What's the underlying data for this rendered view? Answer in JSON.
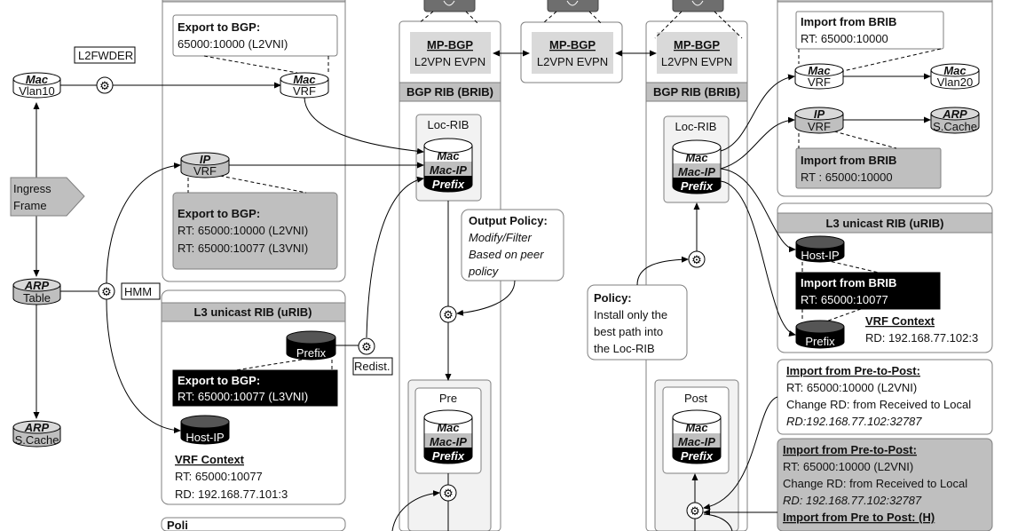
{
  "colors": {
    "panel_header": "#c0c0c0",
    "gray_box": "#bfbfbf",
    "mpbgp_box": "#d9d9d9",
    "rib_bg": "#f2f2f2",
    "dark": "#000000",
    "router": "#6e6e6e"
  },
  "icons": {
    "gear": "gear-icon",
    "router": "router-icon",
    "cylinder": "database-icon"
  },
  "left": {
    "export_l2": {
      "title": "Export to BGP:",
      "line": "65000:10000 (L2VNI)"
    },
    "l2fwder": "L2FWDER",
    "mac_vlan10": {
      "top": "Mac",
      "bottom": "Vlan10"
    },
    "mac_vrf": {
      "top": "Mac",
      "bottom": "VRF"
    },
    "ip_vrf": {
      "top": "IP",
      "bottom": "VRF"
    },
    "export_ip": {
      "title": "Export to BGP:",
      "lines": [
        "RT: 65000:10000 (L2VNI)",
        "RT: 65000:10077 (L3VNI)"
      ]
    },
    "ingress": [
      "Ingress",
      "Frame"
    ],
    "arp_table": {
      "top": "ARP",
      "bottom": "Table"
    },
    "hmm": "HMM",
    "arp_scache": {
      "top": "ARP",
      "bottom": "S.Cache"
    },
    "urib": {
      "header": "L3 unicast RIB (uRIB)",
      "prefix": "Prefix",
      "export": {
        "title": "Export to BGP:",
        "line": "RT: 65000:10077 (L3VNI)"
      },
      "host_ip": "Host-IP",
      "vrf_context": {
        "title": "VRF Context",
        "rt": "RT: 65000:10077",
        "rd": "RD: 192.168.77.101:3"
      }
    },
    "policy_partial": "Poli",
    "redist": "Redist."
  },
  "layers": [
    "Mac",
    "Mac-IP",
    "Prefix"
  ],
  "brib_local": {
    "mpbgp": "MP-BGP",
    "afi": "L2VPN EVPN",
    "header": "BGP RIB (BRIB)",
    "loc_rib": "Loc-RIB",
    "output_policy": {
      "title": "Output Policy:",
      "lines": [
        "Modify/Filter",
        "Based on peer",
        "policy"
      ]
    },
    "pre": "Pre"
  },
  "peer": {
    "mpbgp": "MP-BGP",
    "afi": "L2VPN EVPN"
  },
  "brib_remote": {
    "mpbgp": "MP-BGP",
    "afi": "L2VPN EVPN",
    "header": "BGP RIB (BRIB)",
    "loc_rib": "Loc-RIB",
    "policy": {
      "title": "Policy:",
      "lines": [
        "Install only the",
        "best path into",
        "the Loc-RIB"
      ]
    },
    "post": "Post"
  },
  "right": {
    "import_mac": {
      "title": "Import from BRIB",
      "line": "RT: 65000:10000"
    },
    "mac_vrf": {
      "top": "Mac",
      "bottom": "VRF"
    },
    "mac_vlan20": {
      "top": "Mac",
      "bottom": "Vlan20"
    },
    "ip_vrf": {
      "top": "IP",
      "bottom": "VRF"
    },
    "arp_scache": {
      "top": "ARP",
      "bottom": "S.Cache"
    },
    "import_ip": {
      "title": "Import from BRIB",
      "line": "RT : 65000:10000"
    },
    "urib": {
      "header": "L3 unicast RIB (uRIB)",
      "host_ip": "Host-IP",
      "import": {
        "title": "Import from BRIB",
        "line": "RT: 65000:10077"
      },
      "prefix": "Prefix",
      "vrf_context": {
        "title": "VRF Context",
        "rd": "RD: 192.168.77.102:3"
      }
    },
    "pre_to_post_1": {
      "title": "Import from Pre-to-Post:",
      "lines": [
        "RT: 65000:10000 (L2VNI)",
        "Change RD: from Received to Local"
      ],
      "rd": "RD:192.168.77.102:32787"
    },
    "pre_to_post_2": {
      "title": "Import from Pre-to-Post:",
      "lines": [
        "RT: 65000:10000 (L2VNI)",
        "Change RD: from Received to Local"
      ],
      "rd": "RD: 192.168.77.102:32787",
      "title_h": "Import from Pre to Post: (H)"
    }
  }
}
